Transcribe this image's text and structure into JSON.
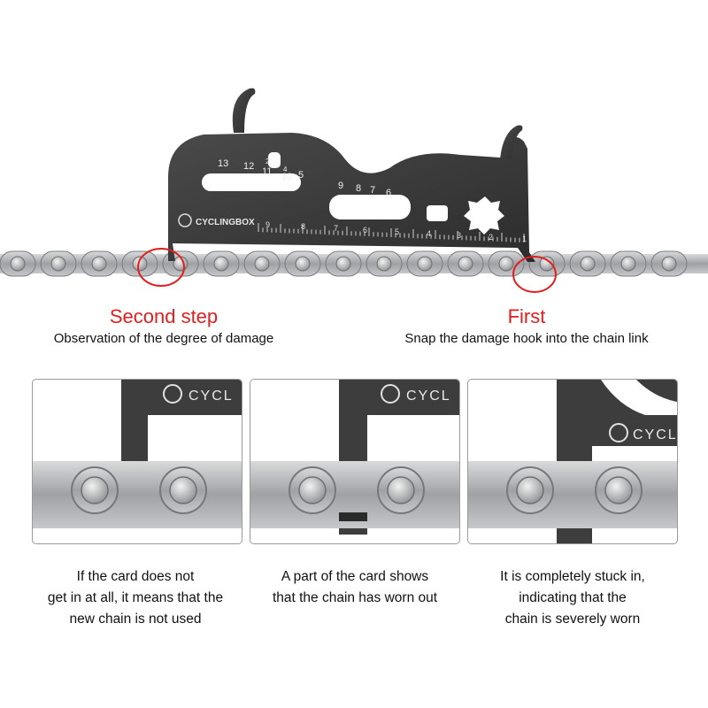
{
  "tool": {
    "brand": "CYCLINGBOX",
    "hole_numbers": [
      "13",
      "12",
      "11",
      "2",
      "3",
      "4",
      "10",
      "5",
      "9",
      "8",
      "7",
      "6"
    ],
    "ruler_numbers": [
      "9",
      "8",
      "7",
      "6",
      "5",
      "4",
      "3",
      "2",
      "1"
    ]
  },
  "steps": {
    "second": {
      "title": "Second step",
      "description": "Observation of the degree of damage"
    },
    "first": {
      "title": "First",
      "description": "Snap the damage hook into the chain link"
    }
  },
  "panels": [
    {
      "brand": "CYCL",
      "caption": [
        "If the card does not",
        "get in at all, it means that the",
        "new chain is not used"
      ]
    },
    {
      "brand": "CYCL",
      "caption": [
        "A part of the card shows",
        "that the chain has worn out"
      ]
    },
    {
      "brand": "CYCL",
      "caption": [
        "It is completely stuck in,",
        "indicating that the",
        "chain is severely worn"
      ]
    }
  ],
  "colors": {
    "accent_red": "#e02020",
    "tool_dark": "#3a3a3a",
    "chain_plate": "#a8aaad"
  }
}
